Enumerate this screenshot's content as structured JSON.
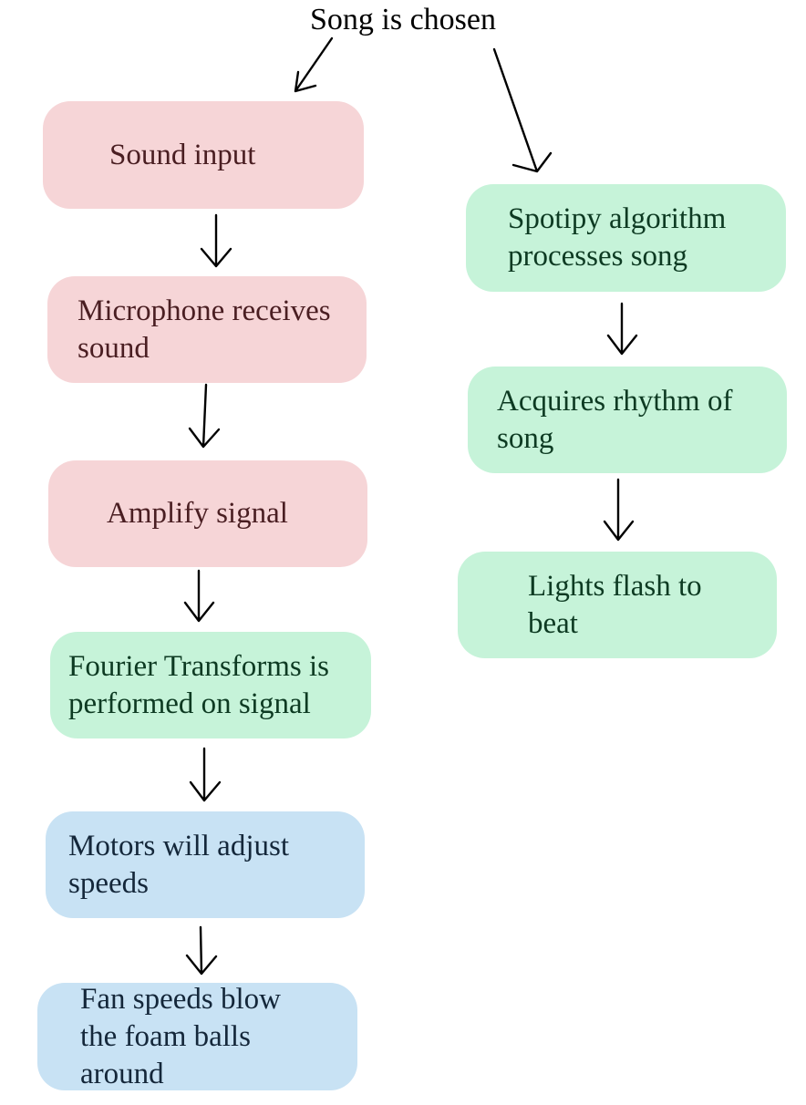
{
  "title": "Song is chosen",
  "left_flow": [
    {
      "id": "sound-input",
      "lines": [
        "Sound input"
      ]
    },
    {
      "id": "microphone",
      "lines": [
        "Microphone receives",
        "sound"
      ]
    },
    {
      "id": "amplify",
      "lines": [
        "Amplify signal"
      ]
    },
    {
      "id": "fourier",
      "lines": [
        "Fourier Transforms is",
        "performed on signal"
      ]
    },
    {
      "id": "motors",
      "lines": [
        "Motors will adjust",
        "speeds"
      ]
    },
    {
      "id": "fan",
      "lines": [
        "Fan speeds blow",
        "the foam balls",
        "around"
      ]
    }
  ],
  "right_flow": [
    {
      "id": "spotipy",
      "lines": [
        "Spotipy algorithm",
        "processes song"
      ]
    },
    {
      "id": "rhythm",
      "lines": [
        "Acquires rhythm of",
        "song"
      ]
    },
    {
      "id": "lights",
      "lines": [
        "Lights flash to",
        "beat"
      ]
    }
  ],
  "colors": {
    "pink": "#f6d5d7",
    "green": "#c6f3d9",
    "blue": "#c8e2f4",
    "arrow": "#000000"
  }
}
